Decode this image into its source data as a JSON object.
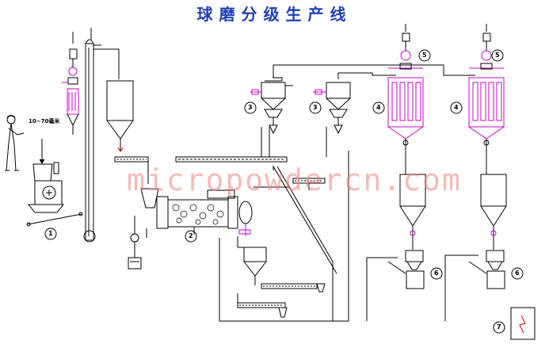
{
  "title": "球磨分级生产线",
  "watermark": "micropowdercn.com",
  "feed_size": "10~70毫米",
  "colors": {
    "title": "#1f3fb5",
    "line": "#000000",
    "magenta": "#cc00cc",
    "watermark": "#f08080"
  },
  "labels": {
    "n1": "1",
    "n2": "2",
    "n3a": "3",
    "n3b": "3",
    "n4a": "4",
    "n4b": "4",
    "n5a": "5",
    "n5b": "5",
    "n6a": "6",
    "n6b": "6",
    "n7": "7"
  }
}
